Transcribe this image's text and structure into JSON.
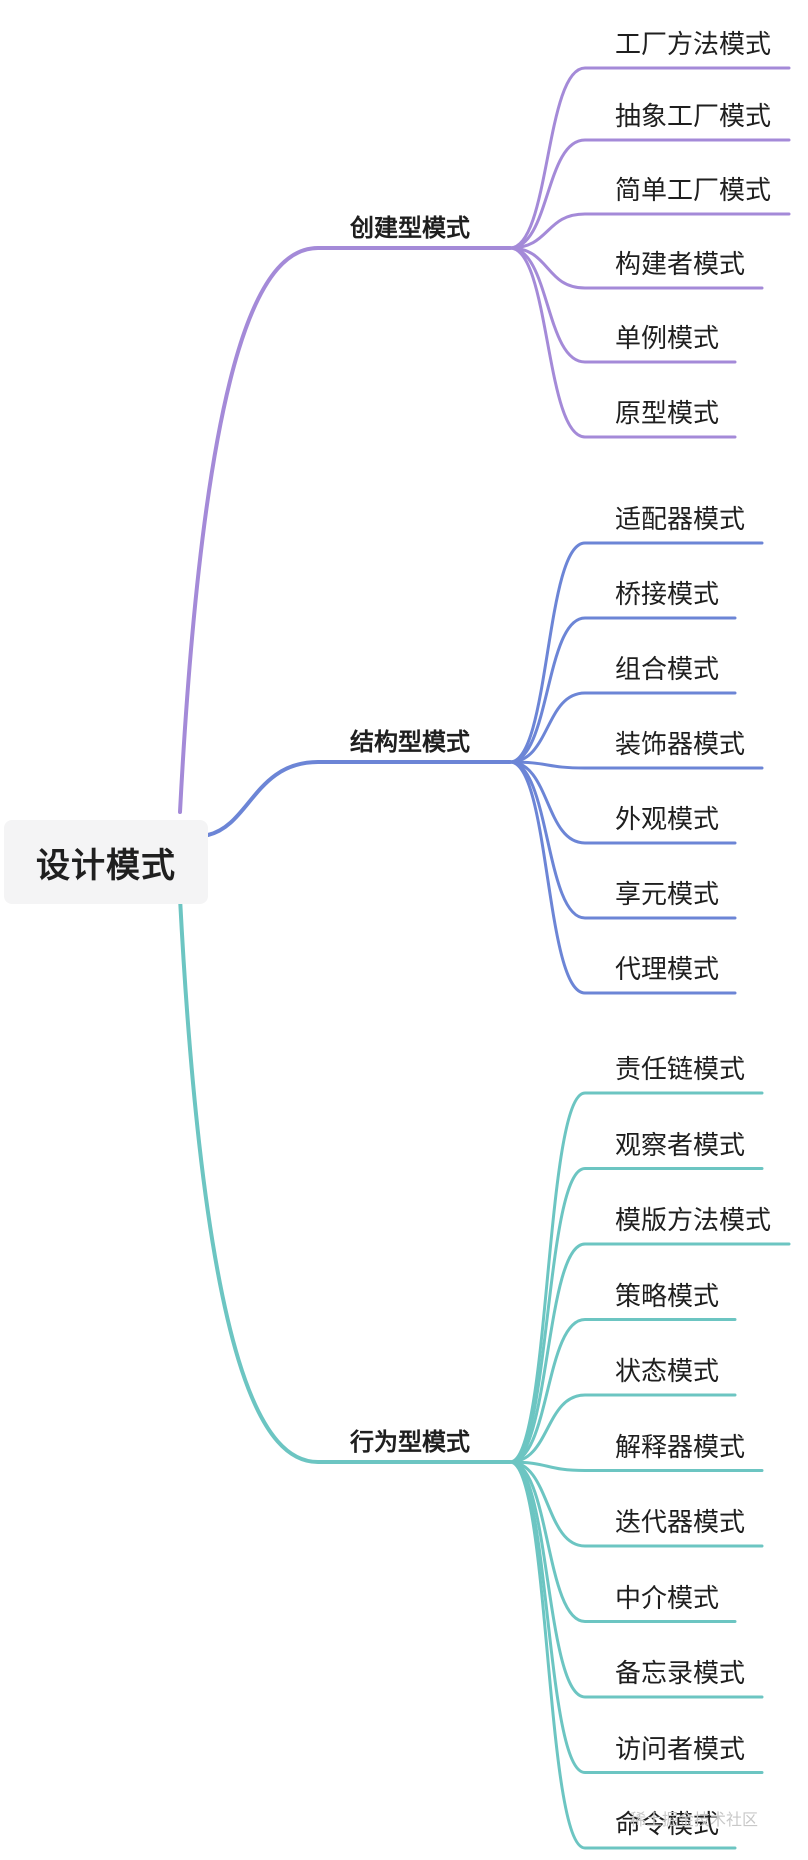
{
  "root": {
    "label": "设计模式"
  },
  "categories": [
    {
      "label": "创建型模式",
      "color": "#a48ad8",
      "children": [
        "工厂方法模式",
        "抽象工厂模式",
        "简单工厂模式",
        "构建者模式",
        "单例模式",
        "原型模式"
      ]
    },
    {
      "label": "结构型模式",
      "color": "#6c85d6",
      "children": [
        "适配器模式",
        "桥接模式",
        "组合模式",
        "装饰器模式",
        "外观模式",
        "享元模式",
        "代理模式"
      ]
    },
    {
      "label": "行为型模式",
      "color": "#6cc5c2",
      "children": [
        "责任链模式",
        "观察者模式",
        "模版方法模式",
        "策略模式",
        "状态模式",
        "解释器模式",
        "迭代器模式",
        "中介模式",
        "备忘录模式",
        "访问者模式",
        "命令模式"
      ]
    }
  ],
  "watermark": "稀土掘金技术社区"
}
